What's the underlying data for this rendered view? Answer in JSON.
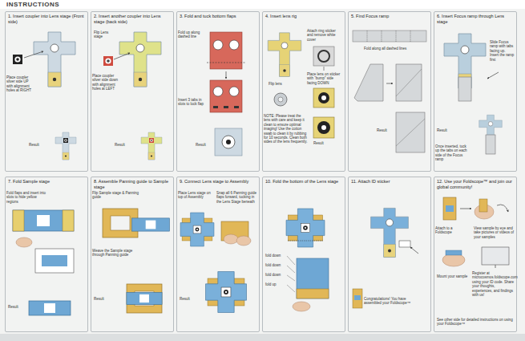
{
  "diagram": {
    "title": "INSTRUCTIONS",
    "nodes": [
      {
        "text": [
          "1. Insert coupler into Lens stage (Front side)"
        ]
      },
      {
        "text": [
          "2. Insert another coupler into Lens stage (back side)"
        ]
      },
      {
        "text": [
          "3. Fold and tuck bottom flaps"
        ]
      },
      {
        "text": [
          "4. Insert lens rig"
        ]
      },
      {
        "text": [
          "5. Find Focus ramp"
        ]
      },
      {
        "text": [
          "6. Insert Focus ramp through Lens stage"
        ]
      },
      {
        "text": [
          "7. Fold Sample stage"
        ]
      },
      {
        "text": [
          "8. Assemble Panning guide to Sample stage"
        ]
      },
      {
        "text": [
          "9. Connect Lens stage to Assembly"
        ]
      },
      {
        "text": [
          "10. Fold the bottom of the Lens stage"
        ]
      },
      {
        "text": [
          "11. Attach ID sticker"
        ]
      },
      {
        "text": [
          "12. Use your Foldscope™ and join our global community!"
        ]
      }
    ],
    "labels": [
      "Place coupler silver side UP with alignment holes at RIGHT",
      "Result",
      "Flip Lens stage",
      "Place coupler silver side down with alignment holes at LEFT",
      "Result",
      "Fold up along dashed line",
      "Insert 3 tabs in slots to lock flap",
      "Result",
      "Attach ring sticker and remove white cover",
      "Flip lens",
      "Place lens on sticker with “bump” side facing DOWN",
      "NOTE: Please treat the lens with care and keep it clean to ensure optimal imaging! Use the cotton swab to clean it by rubbing for 10 seconds. Clean both sides of the lens frequently.",
      "Result",
      "Fold along all dashed lines",
      "Result",
      "Slide Focus ramp with tabs facing up. Insert the ramp first",
      "Result",
      "Once inserted, tuck up the tabs on each side of the Focus ramp",
      "Fold flaps and insert into slots to hide yellow regions",
      "Result",
      "Flip Sample stage & Panning guide",
      "Weave the Sample stage through Panning guide",
      "Result",
      "Place Lens stage on top of Assembly",
      "Snap all 6 Panning guide flaps forward, tucking in the Lens Stage beneath",
      "Result",
      "fold down",
      "fold down",
      "fold down",
      "fold up",
      "Congratulations! You have assembled your Foldscope™",
      "Attach to a Foldscope",
      "View sample by eye and take pictures or videos of your samples",
      "Mount your sample",
      "Register at microcosmos.foldscope.com using your ID code. Share your thoughts, experiences, and findings with us!",
      "See other side for detailed instructions on using your Foldscope™"
    ]
  }
}
